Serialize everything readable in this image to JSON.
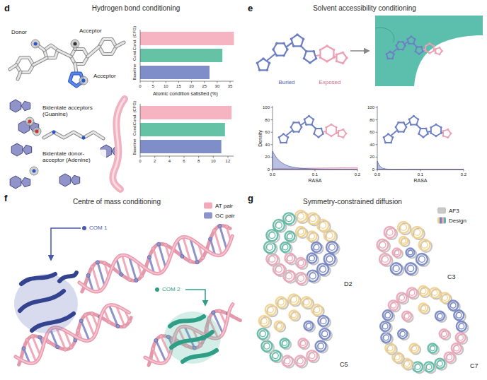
{
  "diagram": {
    "labels": [
      "d",
      "Hydrogen bond conditioning",
      "Donor",
      "Acceptor",
      "Acceptor",
      "Cond. (CFG)",
      "Cond.",
      "Baseline",
      "0",
      "5",
      "10",
      "15",
      "20",
      "25",
      "30",
      "35",
      "Bidentate acceptors (Guanine)",
      "Bidentate donor-acceptor (Adenine)",
      "Cond. (CFG)",
      "Cond.",
      "Baseline",
      "0",
      "2",
      "4",
      "6",
      "8",
      "10",
      "12",
      "Atomic condition satisfied (%)",
      "e",
      "Solvent accessibility conditioning",
      "Buried",
      "Exposed",
      "Density",
      "100",
      "80",
      "60",
      "40",
      "20",
      "0",
      "0.0",
      "0.1",
      "0.2",
      "RASA",
      "100",
      "80",
      "60",
      "40",
      "20",
      "0",
      "0.0",
      "0.1",
      "0.2",
      "RASA",
      "f",
      "Centre of mass conditioning",
      "COM 1",
      "COM 2",
      "g",
      "Symmetry-constrained diffusion",
      "D2",
      "C3",
      "C5",
      "C7"
    ],
    "legend": [
      {
        "text": "AT pair",
        "color": "#f2aabb"
      },
      {
        "text": "GC pair",
        "color": "#8e93c9"
      },
      {
        "text": "AF3",
        "color": "#c8c8c8"
      },
      {
        "text": "Design"
      }
    ]
  }
}
